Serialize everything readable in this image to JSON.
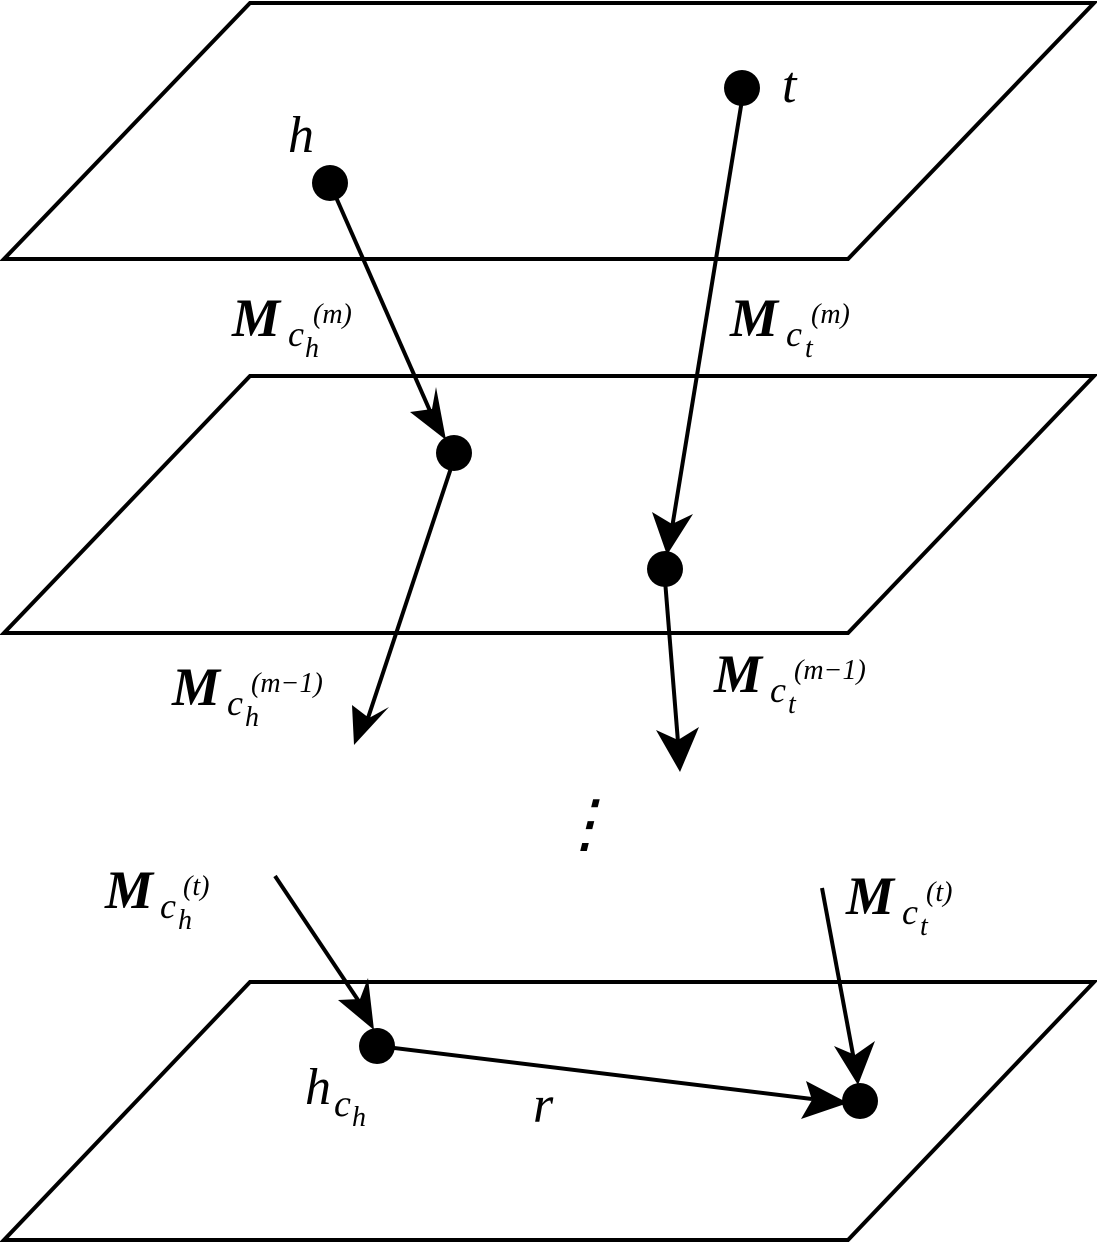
{
  "labels": {
    "head": "h",
    "tail": "t",
    "relation": "r",
    "projected_head_base": "h",
    "projected_head_sub": "c",
    "projected_head_subsub": "h"
  },
  "matrices": {
    "symbol": "M",
    "sub_c": "c",
    "head_sub": "h",
    "tail_sub": "t",
    "level_m": "(m)",
    "level_m_minus_1": "(m−1)",
    "level_t": "(t)"
  },
  "ellipsis": "⋮"
}
